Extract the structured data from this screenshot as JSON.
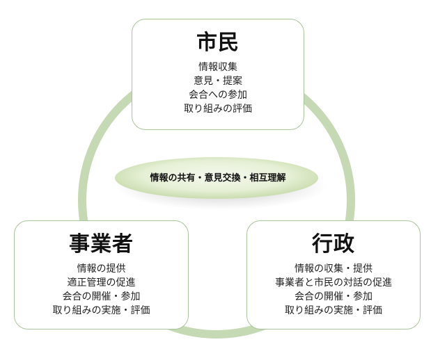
{
  "center": {
    "label": "情報の共有・意見交換・相互理解"
  },
  "boxes": {
    "citizen": {
      "title": "市民",
      "lines": [
        "情報収集",
        "意見・提案",
        "会合への参加",
        "取り組みの評価"
      ]
    },
    "business": {
      "title": "事業者",
      "lines": [
        "情報の提供",
        "適正管理の促進",
        "会合の開催・参加",
        "取り組みの実施・評価"
      ]
    },
    "government": {
      "title": "行政",
      "lines": [
        "情報の収集・提供",
        "事業者と市民の対話の促進",
        "会合の開催・参加",
        "取り組みの実施・評価"
      ]
    }
  },
  "colors": {
    "ring": "#c4d9b4",
    "box_border": "#a9c59a",
    "ellipse_center": "#f3f8ea",
    "ellipse_edge": "#c9dcae",
    "shadow": "#b5b5b5"
  }
}
